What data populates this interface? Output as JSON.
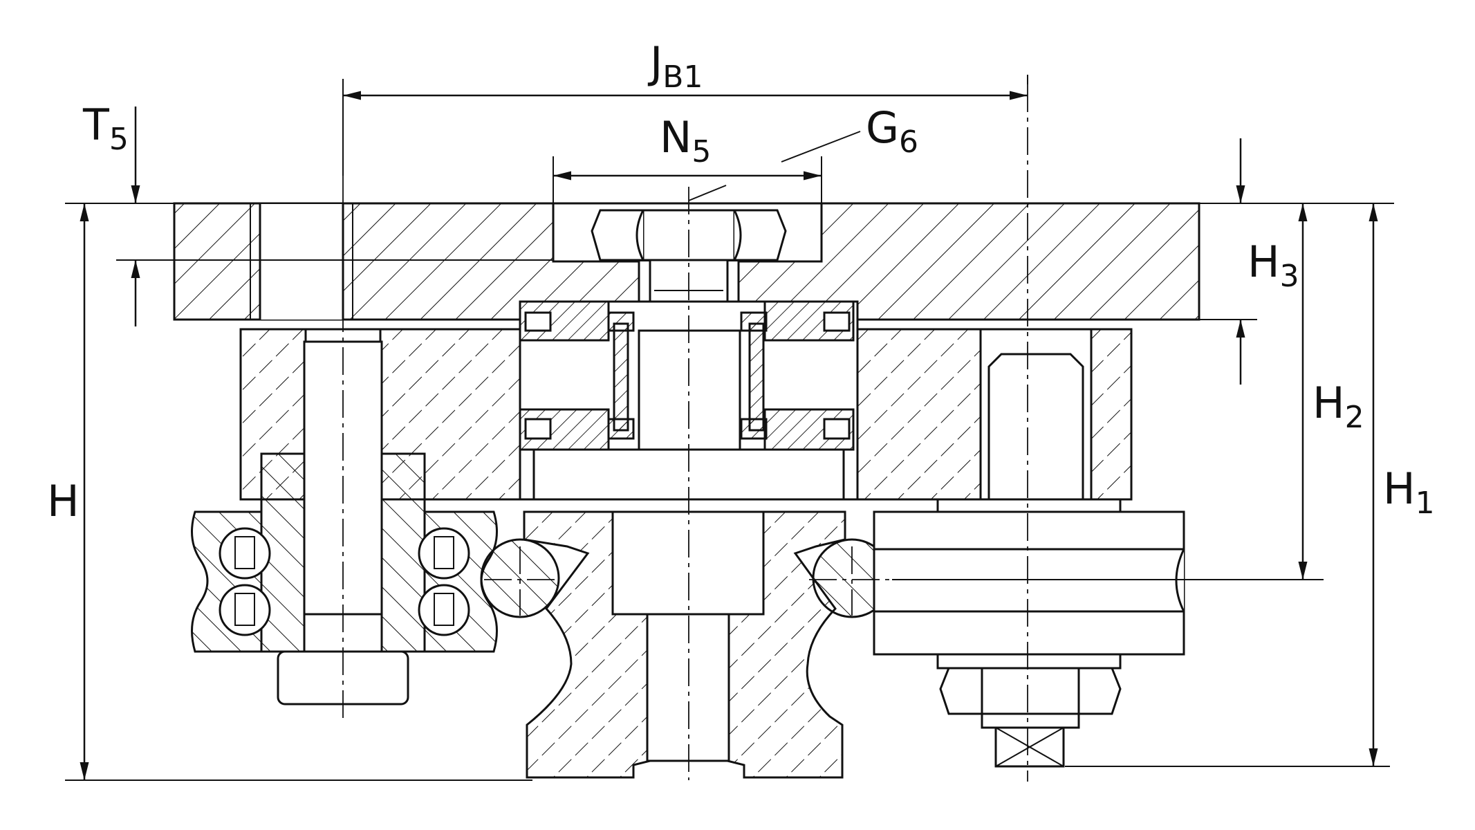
{
  "labels": {
    "jb1": {
      "main": "J",
      "sub": "B1"
    },
    "n5": {
      "main": "N",
      "sub": "5"
    },
    "g6": {
      "main": "G",
      "sub": "6"
    },
    "t5": {
      "main": "T",
      "sub": "5"
    },
    "h": {
      "main": "H",
      "sub": ""
    },
    "h1": {
      "main": "H",
      "sub": "1"
    },
    "h2": {
      "main": "H",
      "sub": "2"
    },
    "h3": {
      "main": "H",
      "sub": "3"
    }
  },
  "colors": {
    "line": "#111111",
    "background": "#ffffff"
  }
}
